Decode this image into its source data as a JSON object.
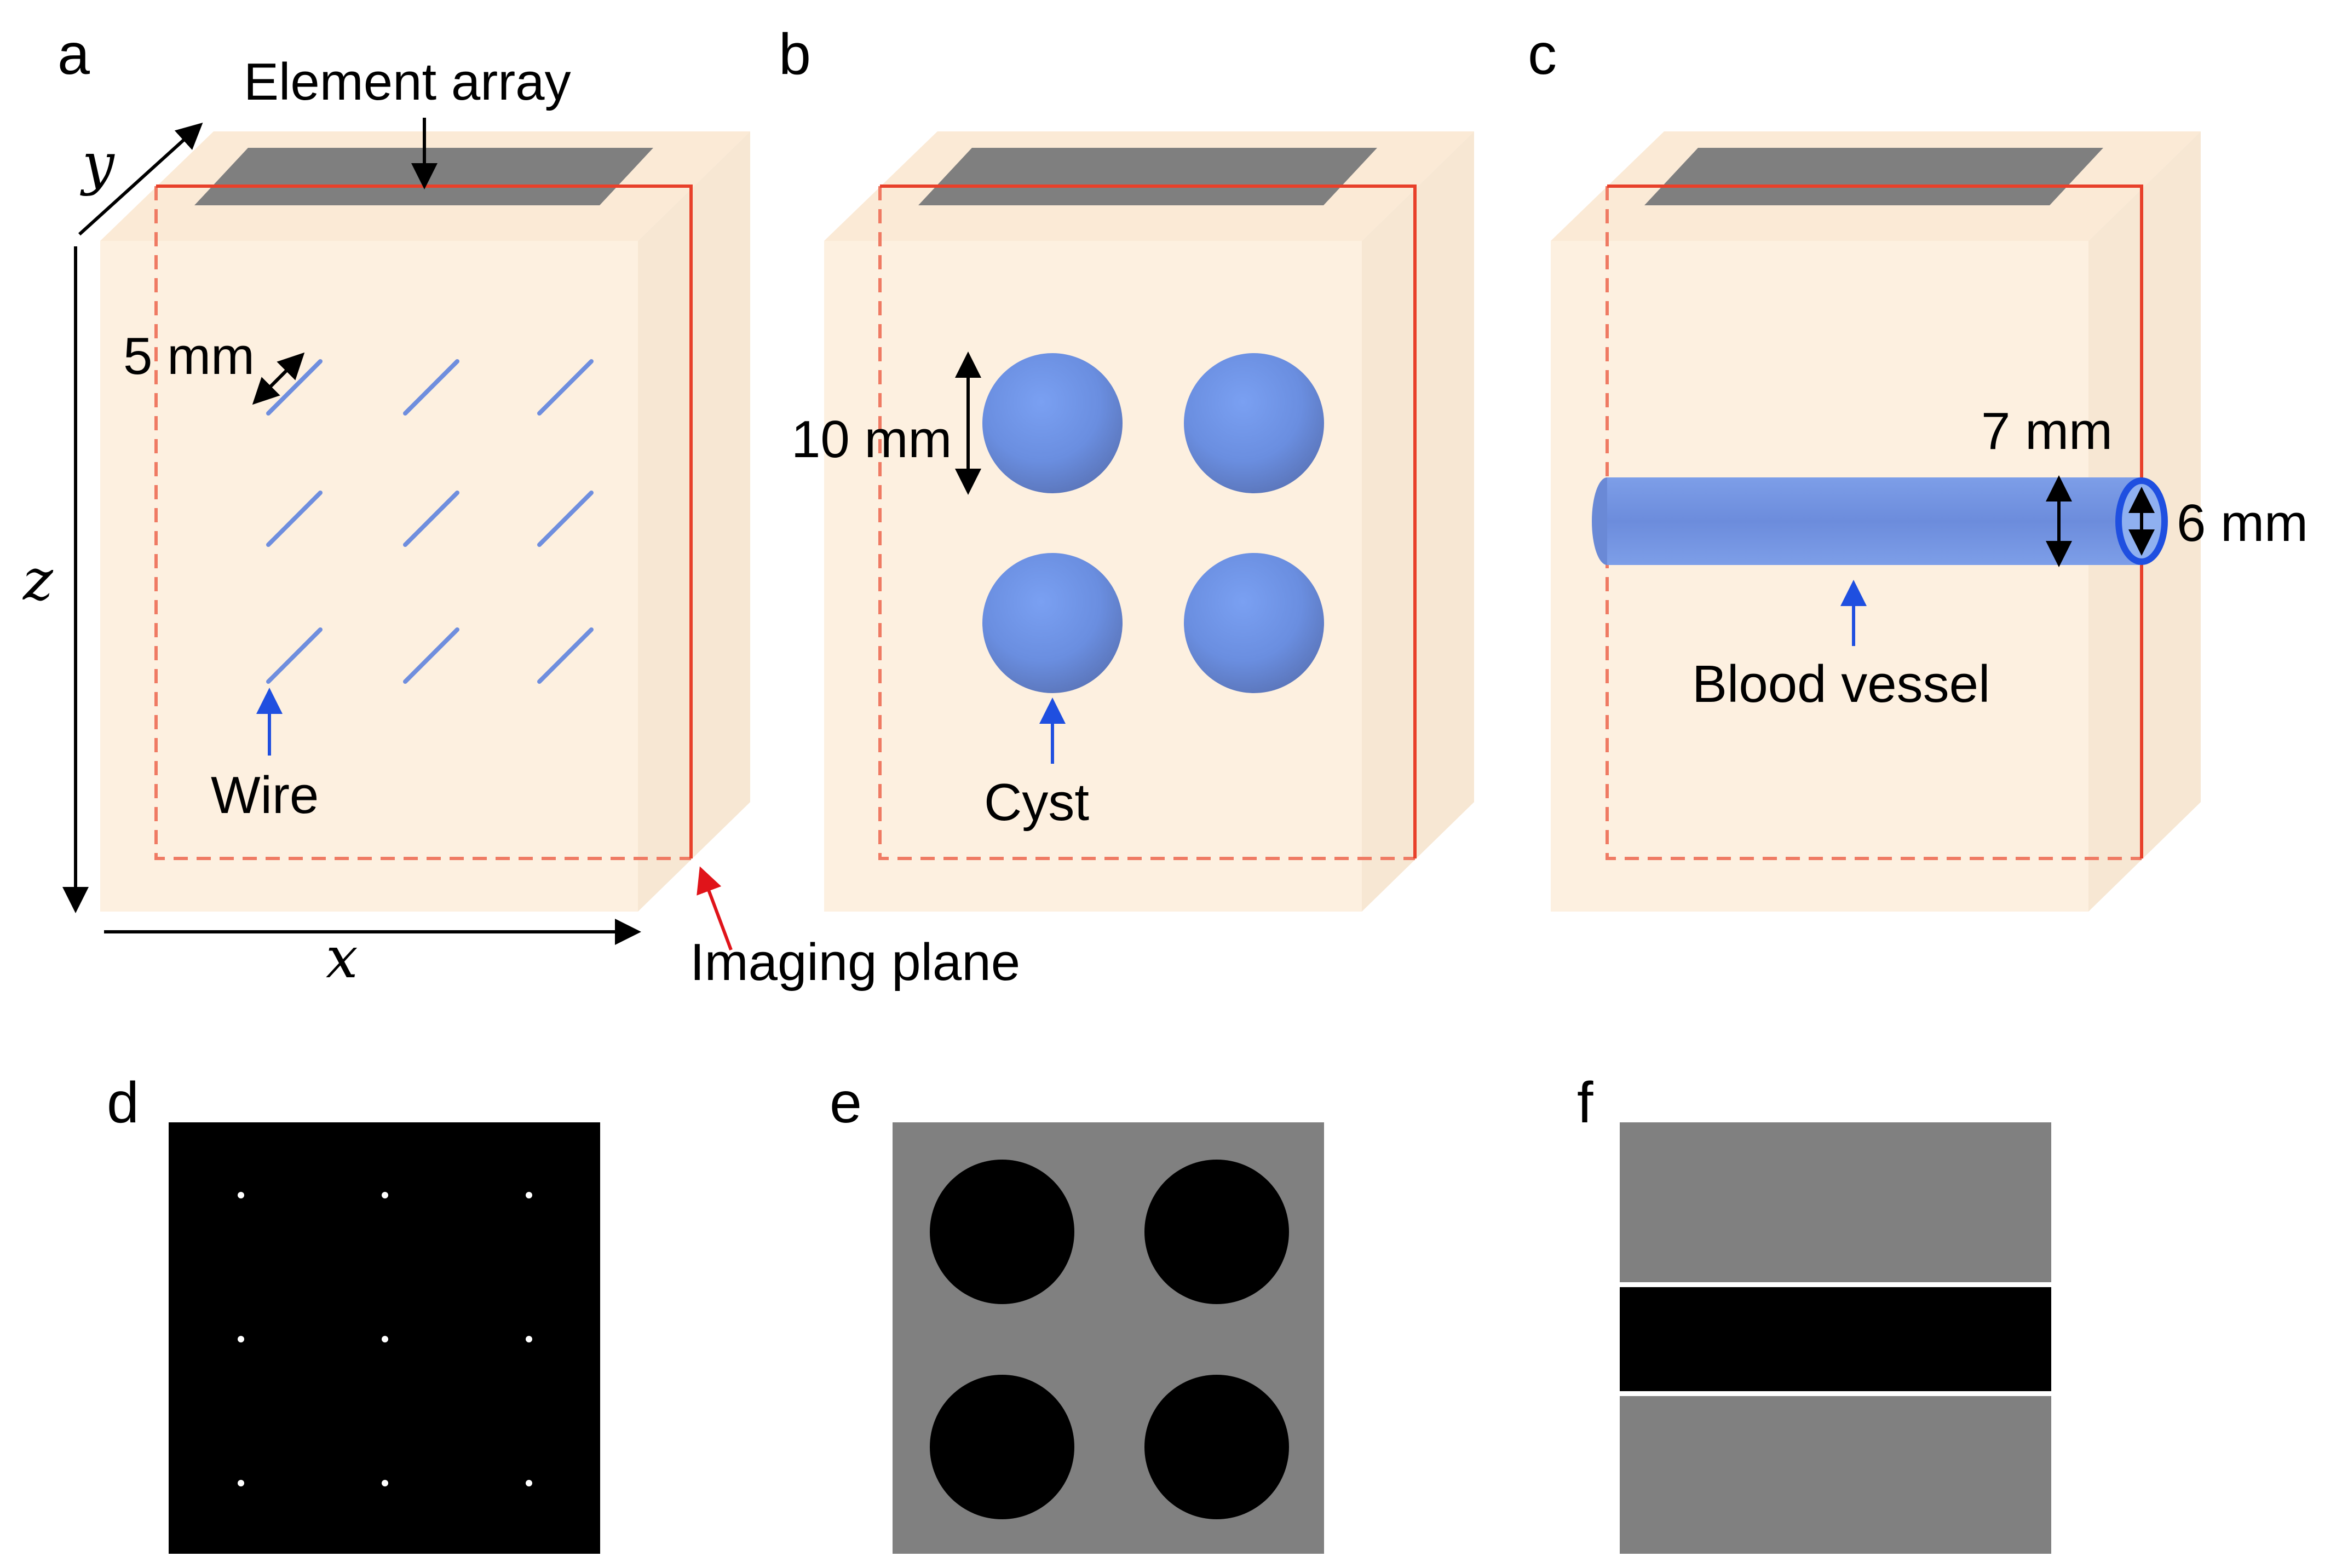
{
  "panels": {
    "a": {
      "letter": "a",
      "element_array_label": "Element array",
      "spacing_label": "5 mm",
      "target_label": "Wire",
      "imaging_plane_label": "Imaging plane",
      "axis_x": "x",
      "axis_y": "y",
      "axis_z": "z"
    },
    "b": {
      "letter": "b",
      "diameter_label": "10 mm",
      "target_label": "Cyst"
    },
    "c": {
      "letter": "c",
      "outer_diameter_label": "7 mm",
      "inner_diameter_label": "6 mm",
      "target_label": "Blood vessel"
    },
    "d": {
      "letter": "d"
    },
    "e": {
      "letter": "e"
    },
    "f": {
      "letter": "f"
    }
  },
  "colors": {
    "phantom_face": "#fdf0e0",
    "phantom_side": "#f7e7d3",
    "element_array": "#7f7f7f",
    "imaging_plane": "#e8402a",
    "target_blue": "#6f93e6",
    "pointer_blue": "#1f4fe0",
    "pointer_red": "#e0141a",
    "image_background_d": "#000000",
    "image_background_ef": "#808080",
    "image_target": "#000000",
    "image_point": "#ffffff"
  }
}
